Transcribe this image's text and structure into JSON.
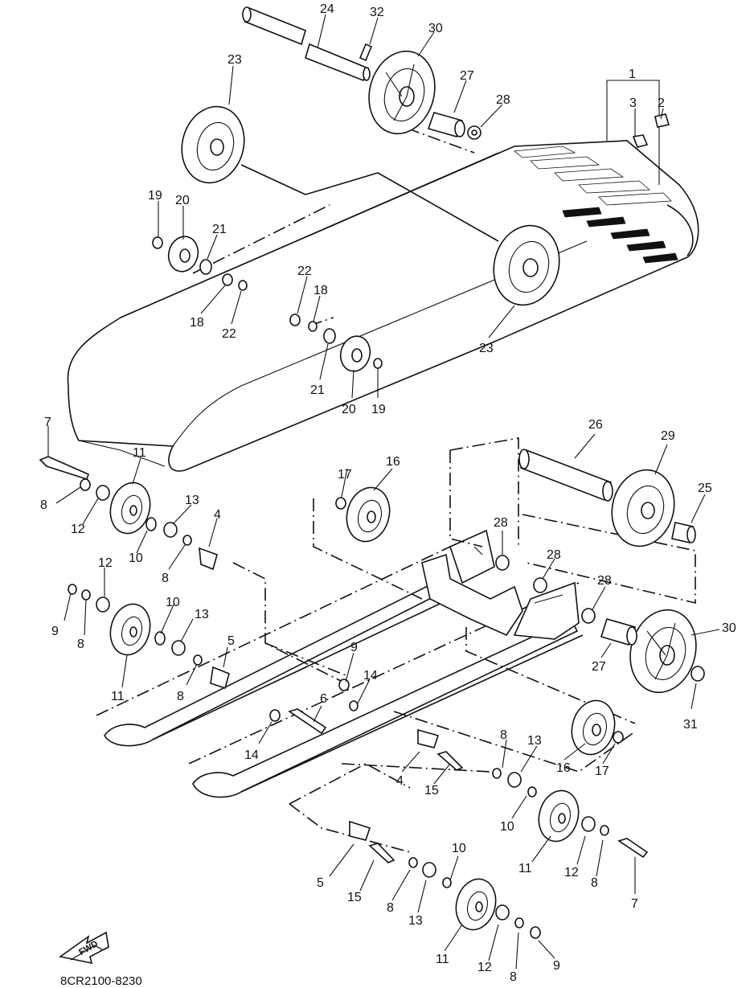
{
  "diagram": {
    "part_code": "8CR2100-8230",
    "fwd_label": "FWD",
    "callouts": [
      "1",
      "2",
      "3",
      "4",
      "5",
      "6",
      "7",
      "8",
      "9",
      "10",
      "11",
      "12",
      "13",
      "14",
      "15",
      "16",
      "17",
      "18",
      "19",
      "20",
      "21",
      "22",
      "23",
      "24",
      "25",
      "26",
      "27",
      "28",
      "29",
      "30",
      "31",
      "32"
    ]
  }
}
